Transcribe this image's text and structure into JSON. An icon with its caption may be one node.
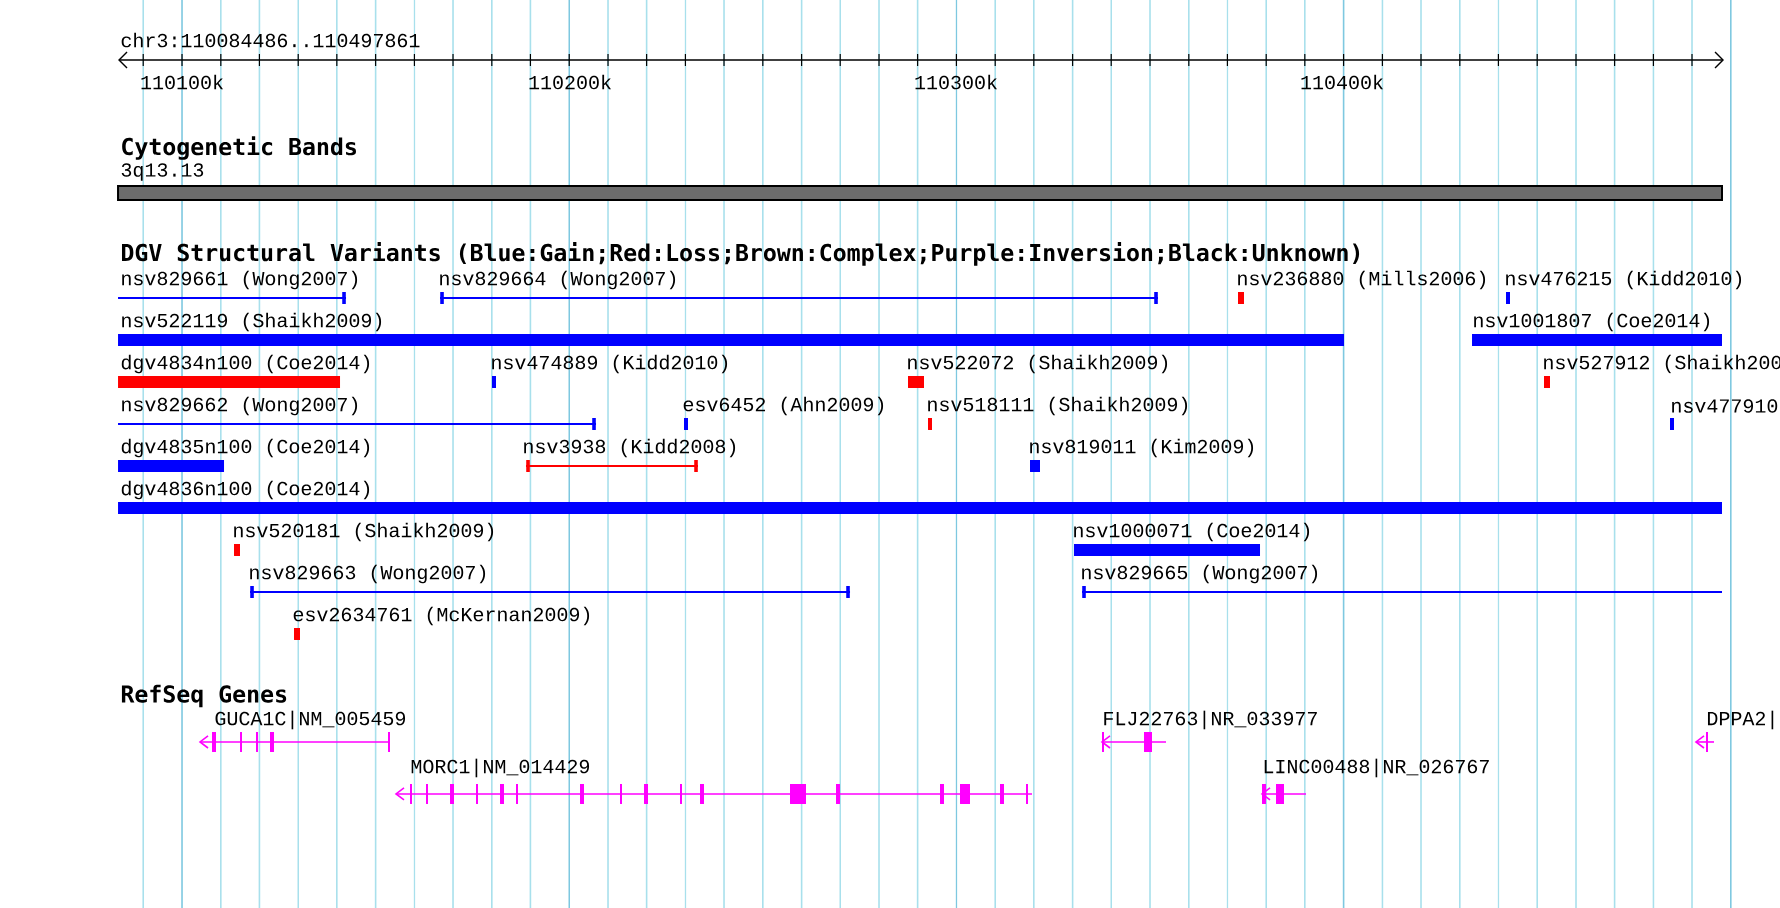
{
  "diagram": {
    "labels": [
      "chr3:110084486..110497861",
      "110100k",
      "110200k",
      "110300k",
      "110400k",
      "Cytogenetic Bands",
      "3q13.13",
      "DGV Structural Variants (Blue:Gain;Red:Loss;Brown:Complex;Purple:Inversion;Black:Unknown)",
      "nsv829661 (Wong2007)",
      "nsv829664 (Wong2007)",
      "nsv236880 (Mills2006)",
      "nsv476215 (Kidd2010)",
      "nsv522119 (Shaikh2009)",
      "nsv1001807 (Coe2014)",
      "dgv4834n100 (Coe2014)",
      "nsv474889 (Kidd2010)",
      "nsv522072 (Shaikh2009)",
      "nsv527912 (Shaikh200",
      "nsv829662 (Wong2007)",
      "esv6452 (Ahn2009)",
      "nsv518111 (Shaikh2009)",
      "nsv477910",
      "dgv4835n100 (Coe2014)",
      "nsv3938 (Kidd2008)",
      "nsv819011 (Kim2009)",
      "dgv4836n100 (Coe2014)",
      "nsv520181 (Shaikh2009)",
      "nsv1000071 (Coe2014)",
      "nsv829663 (Wong2007)",
      "nsv829665 (Wong2007)",
      "esv2634761 (McKernan2009)",
      "RefSeq Genes",
      "GUCA1C|NM_005459",
      "FLJ22763|NR_033977",
      "DPPA2|",
      "MORC1|NM_014429",
      "LINC00488|NR_026767"
    ]
  }
}
